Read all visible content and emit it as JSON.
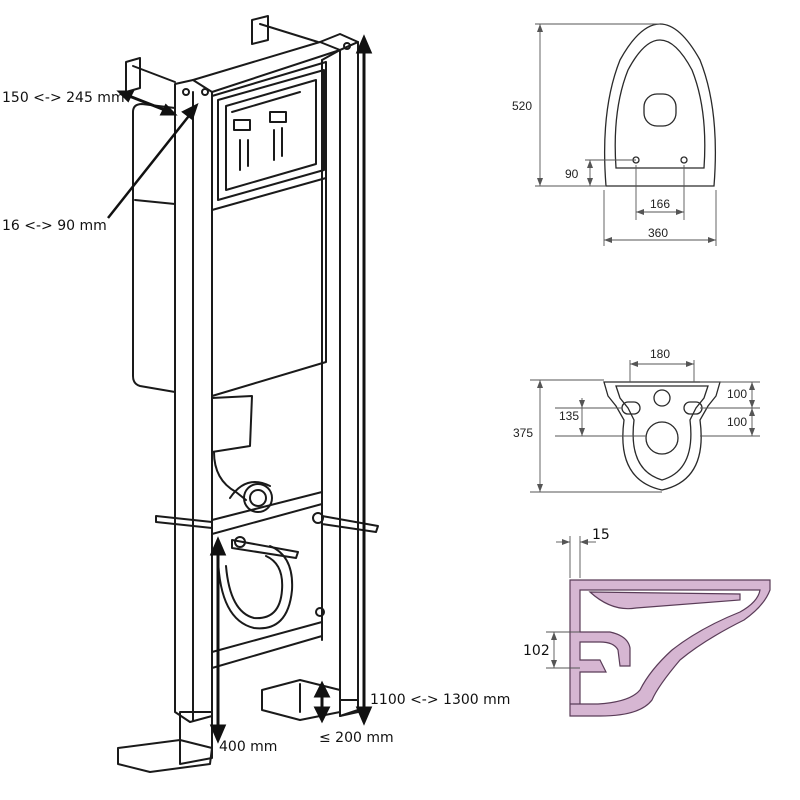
{
  "frame": {
    "depth_range": "150 <-> 245 mm",
    "offset_range": "16 <-> 90 mm",
    "height_range": "1100 <-> 1300 mm",
    "bottom_height": "400 mm",
    "foot_max": "≤ 200 mm"
  },
  "bowl_top_view": {
    "length": "520",
    "hole_from_wall": "90",
    "hole_spacing": "166",
    "width": "360"
  },
  "bowl_rear_view": {
    "top_spacing": "180",
    "upper_offset": "100",
    "lower_offset": "100",
    "height": "375",
    "hole_height": "135"
  },
  "bowl_section": {
    "wall_gap": "15",
    "outlet_height": "102"
  },
  "colors": {
    "line": "#1a1a1a",
    "section_hatch": "#c08ab8"
  }
}
